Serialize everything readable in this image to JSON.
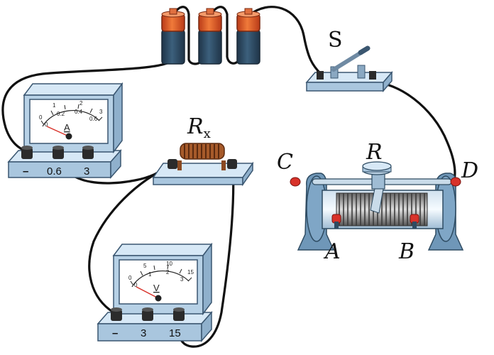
{
  "labels": {
    "switch": "S",
    "rx_main": "R",
    "rx_sub": "x",
    "rheostat_slider": "R",
    "rheostat_a": "A",
    "rheostat_b": "B",
    "rheostat_c": "C",
    "rheostat_d": "D"
  },
  "ammeter": {
    "unit": "A",
    "terminals": [
      "–",
      "0.6",
      "3"
    ],
    "scale_major": [
      "0",
      "1",
      "2",
      "3"
    ],
    "scale_minor": [
      "0",
      "0.2",
      "0.4",
      "0.6"
    ]
  },
  "voltmeter": {
    "unit": "V",
    "terminals": [
      "–",
      "3",
      "15"
    ],
    "scale_major": [
      "0",
      "5",
      "10",
      "15"
    ],
    "scale_minor": [
      "0",
      "1",
      "2",
      "3"
    ]
  },
  "colors": {
    "battery_body": "#2e4b62",
    "battery_cap": "#e2562a",
    "base_blue": "#bcd5ea",
    "wire": "#111111",
    "knob_red": "#d8322a"
  }
}
